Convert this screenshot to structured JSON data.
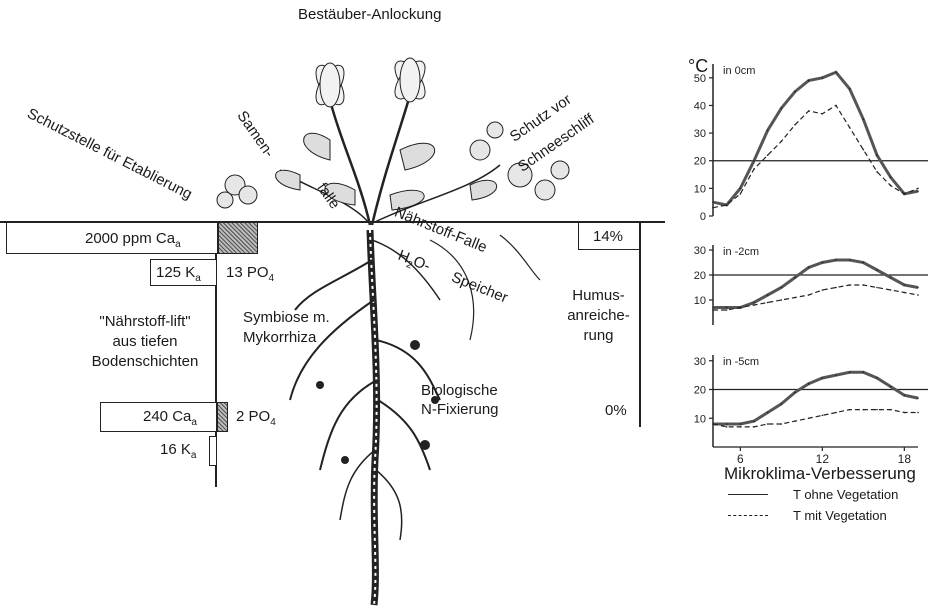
{
  "top_label": "Bestäuber-Anlockung",
  "labels": {
    "schutzstelle": "Schutzstelle für Etablierung",
    "samen_line1": "Samen-",
    "samen_line2": "falle",
    "schutz_line1": "Schutz vor",
    "schutz_line2": "Schneeschliff",
    "naehrstoff_falle": "Nährstoff-Falle",
    "h2o": "H",
    "h2o_sub": "2",
    "h2o_tail": "O-",
    "speicher": "Speicher",
    "symbiose_line1": "Symbiose m.",
    "symbiose_line2": "Mykorrhiza",
    "biologische_line1": "Biologische",
    "biologische_line2": "N-Fixierung",
    "naehrstofflift_line1": "\"Nährstoff-lift\"",
    "naehrstofflift_line2": "aus tiefen",
    "naehrstofflift_line3": "Bodenschichten",
    "humus_line1": "Humus-",
    "humus_line2": "anreiche-",
    "humus_line3": "rung"
  },
  "nutrients_top": {
    "ca_value": "2000 ppm Ca",
    "ca_sub": "a",
    "k_value": "125 K",
    "k_sub": "a",
    "po4_value": "13 PO",
    "po4_sub": "4"
  },
  "nutrients_bottom": {
    "ca_value": "240 Ca",
    "ca_sub": "a",
    "k_value": "16 K",
    "k_sub": "a",
    "po4_value": "2 PO",
    "po4_sub": "4"
  },
  "humus": {
    "top": "14%",
    "bottom": "0%"
  },
  "microclimate": {
    "unit": "°C",
    "title": "Mikroklima-Verbesserung",
    "legend_solid": "T ohne Vegetation",
    "legend_dashed": "T mit Vegetation",
    "x_ticks": [
      "6",
      "12",
      "18"
    ]
  },
  "chart_data": [
    {
      "type": "line",
      "title": "in 0cm",
      "ylabel": "°C",
      "ylim": [
        0,
        55
      ],
      "yticks": [
        0,
        10,
        20,
        30,
        40,
        50
      ],
      "reference_line": 20,
      "x": [
        4,
        5,
        6,
        7,
        8,
        9,
        10,
        11,
        12,
        13,
        14,
        15,
        16,
        17,
        18,
        19
      ],
      "series": [
        {
          "name": "T ohne Vegetation",
          "values": [
            5,
            4,
            10,
            20,
            31,
            39,
            45,
            49,
            50,
            52,
            46,
            35,
            22,
            14,
            8,
            9
          ]
        },
        {
          "name": "T mit Vegetation",
          "values": [
            3,
            4,
            8,
            17,
            22,
            27,
            33,
            38,
            37,
            40,
            32,
            24,
            16,
            11,
            8,
            10
          ]
        }
      ]
    },
    {
      "type": "line",
      "title": "in -2cm",
      "ylim": [
        0,
        32
      ],
      "yticks": [
        10,
        20,
        30
      ],
      "reference_line": 20,
      "x": [
        4,
        5,
        6,
        7,
        8,
        9,
        10,
        11,
        12,
        13,
        14,
        15,
        16,
        17,
        18,
        19
      ],
      "series": [
        {
          "name": "T ohne Vegetation",
          "values": [
            7,
            7,
            7,
            9,
            12,
            15,
            19,
            23,
            25,
            26,
            26,
            25,
            22,
            19,
            16,
            15
          ]
        },
        {
          "name": "T mit Vegetation",
          "values": [
            6,
            6,
            7,
            8,
            9,
            10,
            11,
            12,
            14,
            15,
            16,
            16,
            15,
            14,
            13,
            12
          ]
        }
      ]
    },
    {
      "type": "line",
      "title": "in -5cm",
      "ylim": [
        0,
        32
      ],
      "yticks": [
        10,
        20,
        30
      ],
      "reference_line": 20,
      "x": [
        4,
        5,
        6,
        7,
        8,
        9,
        10,
        11,
        12,
        13,
        14,
        15,
        16,
        17,
        18,
        19
      ],
      "series": [
        {
          "name": "T ohne Vegetation",
          "values": [
            8,
            8,
            8,
            9,
            12,
            15,
            19,
            22,
            24,
            25,
            26,
            26,
            24,
            21,
            18,
            17
          ]
        },
        {
          "name": "T mit Vegetation",
          "values": [
            8,
            7,
            7,
            7,
            8,
            8,
            9,
            10,
            11,
            12,
            13,
            13,
            13,
            13,
            12,
            12
          ]
        }
      ]
    }
  ]
}
